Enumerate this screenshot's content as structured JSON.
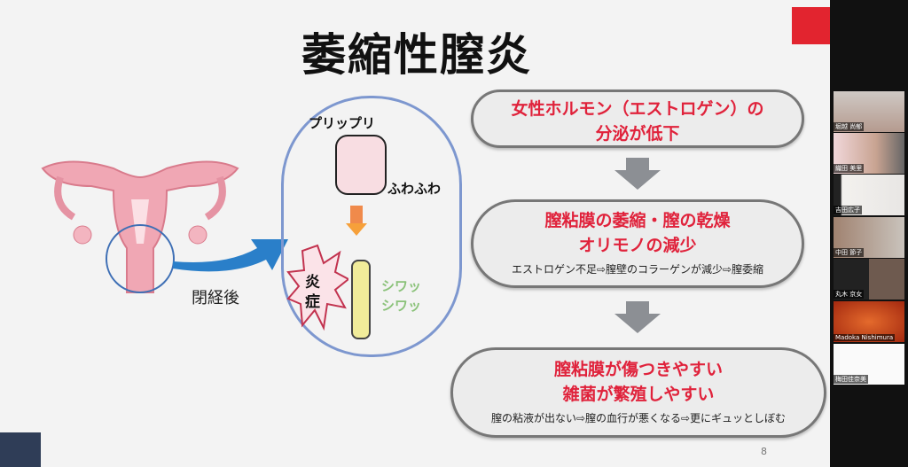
{
  "slide": {
    "title": "萎縮性膣炎",
    "page_number": "8",
    "uterus_label": "閉経後",
    "illustration": {
      "healthy_top": "プリップリ",
      "healthy_side": "ふわふわ",
      "inflammation": "炎症",
      "dry_1": "シワッ",
      "dry_2": "シワッ"
    },
    "steps": [
      {
        "lines": [
          "女性ホルモン（エストロゲン）の",
          "分泌が低下"
        ],
        "note": ""
      },
      {
        "lines": [
          "膣粘膜の萎縮・膣の乾燥",
          "オリモノの減少"
        ],
        "note": "エストロゲン不足⇨膣壁のコラーゲンが減少⇨膣委縮"
      },
      {
        "lines": [
          "膣粘膜が傷つきやすい",
          "雑菌が繁殖しやすい"
        ],
        "note": "膣の粘液が出ない⇨膣の血行が悪くなる⇨更にギュッとしぼむ"
      }
    ],
    "colors": {
      "accent_red": "#e0223b",
      "capsule_blue": "#7d97cf",
      "arrow_gray": "#8c8f94"
    }
  },
  "participants": [
    {
      "name": "堀越 尚郁"
    },
    {
      "name": "織田 美里"
    },
    {
      "name": "吉田広子"
    },
    {
      "name": "中田 節子"
    },
    {
      "name": "丸木 京女"
    },
    {
      "name": "Madoka Nishimura"
    },
    {
      "name": "梅田佳奈美"
    }
  ]
}
